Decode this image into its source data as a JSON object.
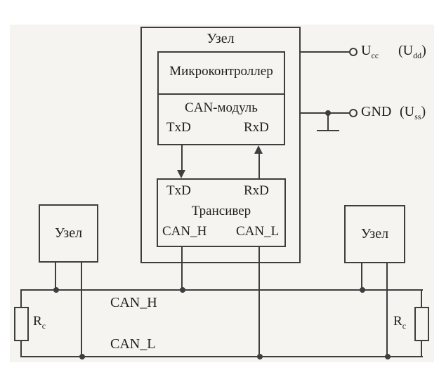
{
  "diagram": {
    "outer_node": {
      "label": "Узел"
    },
    "microcontroller": {
      "label": "Микроконтроллер"
    },
    "can_module": {
      "label": "CAN-модуль",
      "txd": "TxD",
      "rxd": "RxD"
    },
    "transceiver": {
      "label": "Трансивер",
      "txd": "TxD",
      "rxd": "RxD",
      "can_h": "CAN_H",
      "can_l": "CAN_L"
    },
    "left_node": {
      "label": "Узел"
    },
    "right_node": {
      "label": "Узел"
    },
    "power": {
      "ucc_main": "U",
      "ucc_sub": "cc",
      "udd_open": "(U",
      "udd_sub": "dd",
      "udd_close": ")",
      "gnd": "GND",
      "uss_open": "(U",
      "uss_sub": "ss",
      "uss_close": ")"
    },
    "bus": {
      "can_h": "CAN_H",
      "can_l": "CAN_L"
    },
    "terminators": {
      "left_main": "R",
      "left_sub": "c",
      "right_main": "R",
      "right_sub": "c"
    },
    "colors": {
      "line": "#3e3e3e",
      "panel": "#f5f4f1",
      "text": "#1f1f1f"
    }
  }
}
